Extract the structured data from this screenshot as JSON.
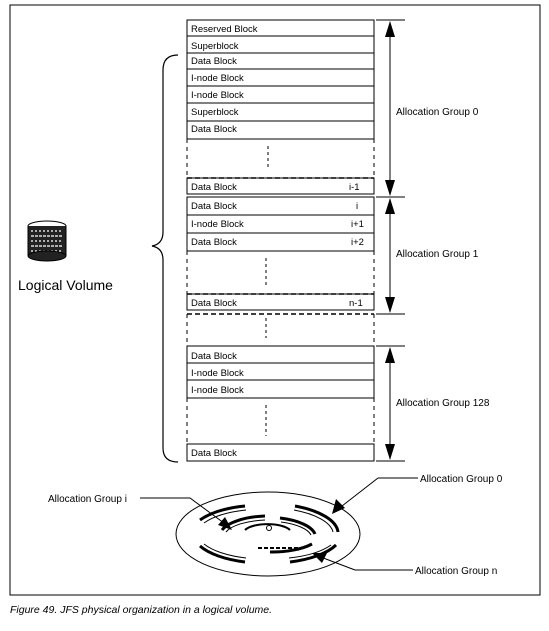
{
  "logical_volume": {
    "label": "Logical Volume"
  },
  "blocks_ag0": [
    {
      "label": "Reserved Block"
    },
    {
      "label": "Superblock"
    },
    {
      "label": "Data Block"
    },
    {
      "label": "I-node Block"
    },
    {
      "label": "I-node Block"
    },
    {
      "label": "Superblock"
    },
    {
      "label": "Data Block"
    }
  ],
  "ag0_last": {
    "label": "Data Block",
    "index": "i-1"
  },
  "blocks_ag1": [
    {
      "label": "Data Block",
      "index": "i"
    },
    {
      "label": "I-node Block",
      "index": "i+1"
    },
    {
      "label": "Data Block",
      "index": "i+2"
    }
  ],
  "ag1_last": {
    "label": "Data Block",
    "index": "n-1"
  },
  "blocks_ag128": [
    {
      "label": "Data Block"
    },
    {
      "label": "I-node Block"
    },
    {
      "label": "I-node Block"
    }
  ],
  "ag128_last": {
    "label": "Data Block"
  },
  "groups": {
    "ag0": "Allocation Group 0",
    "ag1": "Allocation Group 1",
    "ag128": "Allocation Group 128"
  },
  "disk_labels": {
    "ag_i": "Allocation Group i",
    "ag_0": "Allocation Group 0",
    "ag_n": "Allocation Group n"
  },
  "caption": "Figure 49.  JFS physical organization in a logical volume."
}
